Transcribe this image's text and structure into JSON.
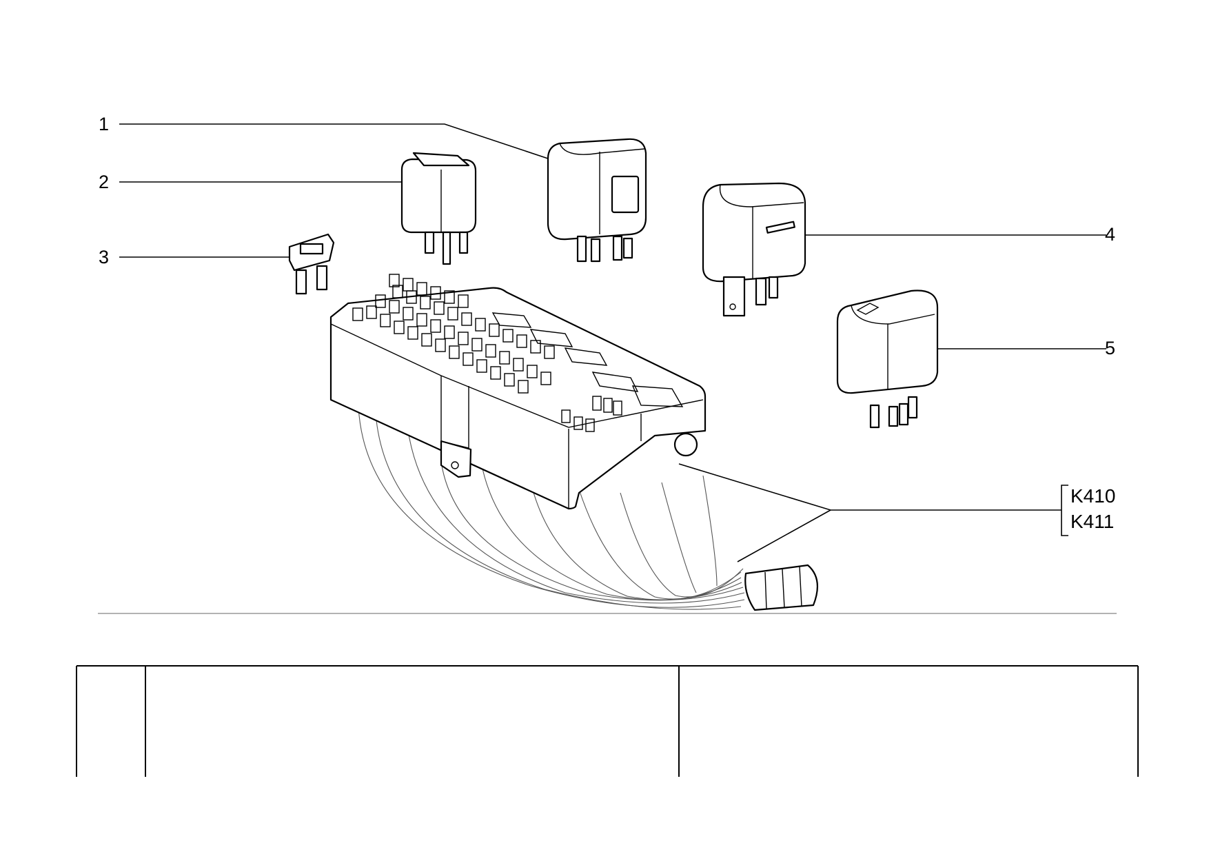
{
  "callouts": [
    {
      "num": "1",
      "part": "relay-large"
    },
    {
      "num": "2",
      "part": "relay-small-clip"
    },
    {
      "num": "3",
      "part": "blade-fuse"
    },
    {
      "num": "4",
      "part": "relay-flange"
    },
    {
      "num": "5",
      "part": "relay-cube"
    }
  ],
  "references": [
    "K410",
    "K411"
  ]
}
